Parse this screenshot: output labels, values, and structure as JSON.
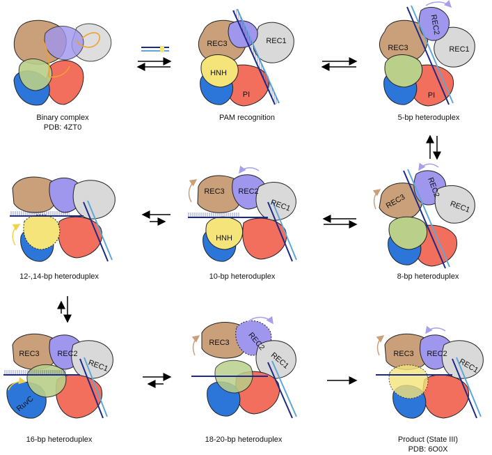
{
  "colors": {
    "rec3": "#c9a07a",
    "rec2": "#9f96ee",
    "rec1": "#d9d9d9",
    "hnh": "#f4e479",
    "pi": "#f26f5e",
    "ruvc": "#2c75d9",
    "hnh_green": "#b9cf8a",
    "dna_dark": "#1b2a8a",
    "dna_light": "#5fa6d6",
    "rna_orange": "#f0a030",
    "motion_arrow_purple": "#a6a0ec",
    "motion_arrow_tan": "#c9a07a",
    "motion_arrow_yellow": "#efd34d"
  },
  "panels": [
    {
      "id": "binary",
      "caption_lines": [
        "Binary complex",
        "PDB: 4ZT0"
      ],
      "labels": []
    },
    {
      "id": "pam",
      "caption_lines": [
        "PAM recognition"
      ],
      "labels": [
        "REC3",
        "REC1",
        "HNH",
        "PI"
      ]
    },
    {
      "id": "bp5",
      "caption_lines": [
        "5-bp heteroduplex"
      ],
      "labels": [
        "REC2",
        "REC3",
        "REC1",
        "PI"
      ]
    },
    {
      "id": "bp12",
      "caption_lines": [
        "12-,14-bp heteroduplex"
      ],
      "labels": []
    },
    {
      "id": "bp10",
      "caption_lines": [
        "10-bp heteroduplex"
      ],
      "labels": [
        "REC3",
        "REC2",
        "REC1",
        "HNH"
      ]
    },
    {
      "id": "bp8",
      "caption_lines": [
        "8-bp heteroduplex"
      ],
      "labels": [
        "REC2",
        "REC3",
        "REC1"
      ]
    },
    {
      "id": "bp16",
      "caption_lines": [
        "16-bp heteroduplex"
      ],
      "labels": [
        "REC3",
        "REC2",
        "REC1",
        "RuvC"
      ]
    },
    {
      "id": "bp18",
      "caption_lines": [
        "18-20-bp heteroduplex"
      ],
      "labels": [
        "REC3",
        "REC2",
        "REC1"
      ]
    },
    {
      "id": "product",
      "caption_lines": [
        "Product (State III)",
        "PDB: 6O0X"
      ],
      "labels": [
        "REC3",
        "REC2",
        "REC1"
      ]
    }
  ]
}
